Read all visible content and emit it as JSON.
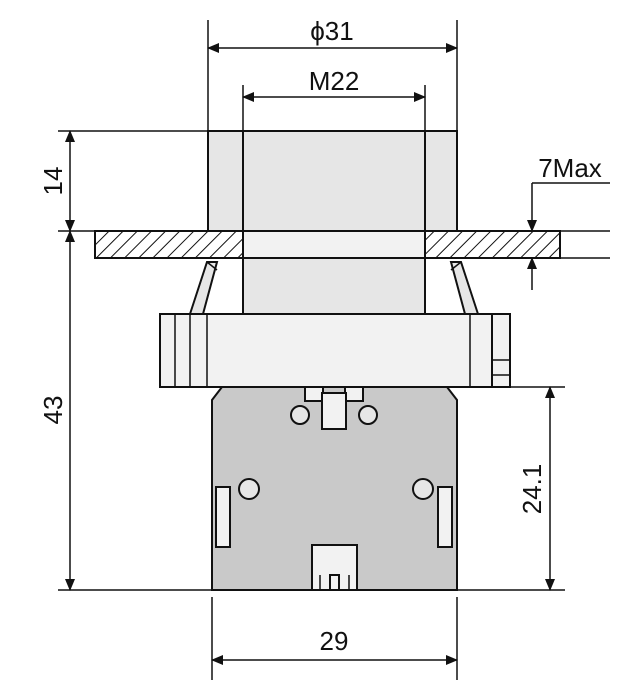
{
  "dimensions": {
    "outer_diameter": "ϕ31",
    "thread": "M22",
    "head_height": "14",
    "panel_max": "7Max",
    "total_height": "43",
    "block_height": "24.1",
    "block_width": "29"
  },
  "colors": {
    "line": "#111111",
    "body": "#e6e6e6",
    "block": "#c9c9c9",
    "hatch": "#111111"
  }
}
